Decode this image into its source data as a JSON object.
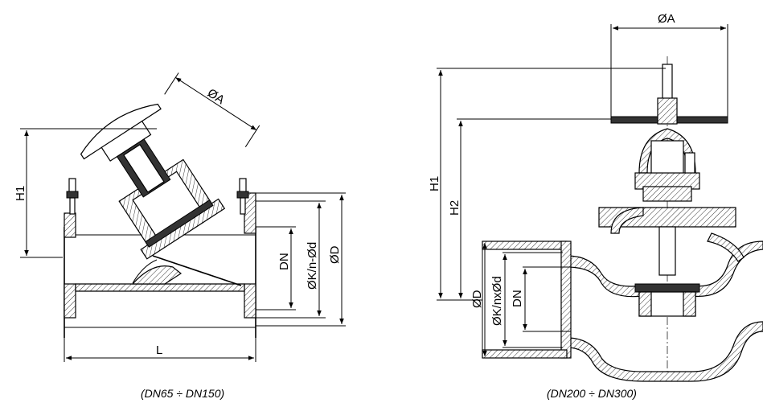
{
  "left_view": {
    "labels": {
      "dia_a": "ØA",
      "h1": "H1",
      "dn": "DN",
      "dia_k": "ØK/n-Ød",
      "dia_d": "ØD",
      "length": "L"
    },
    "caption": "(DN65 ÷ DN150)"
  },
  "right_view": {
    "labels": {
      "dia_a": "ØA",
      "h1": "H1",
      "h2": "H2",
      "dia_d": "ØD",
      "dia_k": "ØK/nxØd",
      "dn": "DN"
    },
    "caption": "(DN200 ÷ DN300)"
  }
}
